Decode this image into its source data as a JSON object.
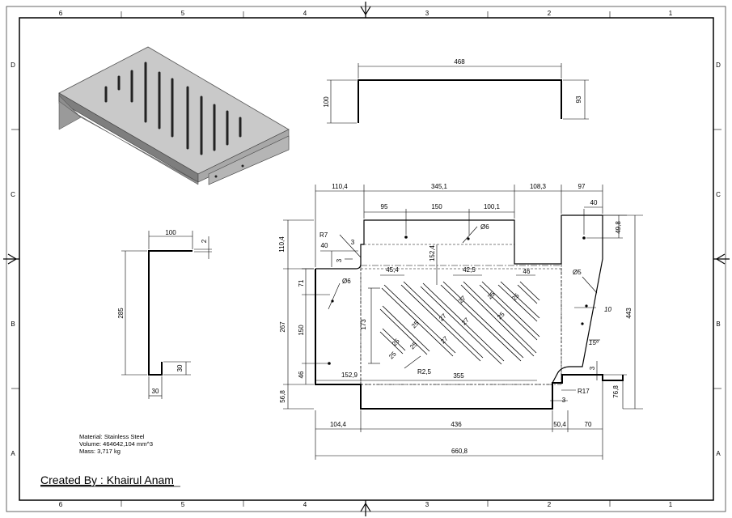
{
  "zone_numbers_top": [
    "6",
    "5",
    "4",
    "3",
    "2",
    "1"
  ],
  "zone_numbers_bottom": [
    "6",
    "5",
    "4",
    "3",
    "2",
    "1"
  ],
  "zone_letters_left": [
    "D",
    "C",
    "B",
    "A"
  ],
  "zone_letters_right": [
    "D",
    "C",
    "B",
    "A"
  ],
  "front_view": {
    "width": "468",
    "left_height": "100",
    "right_height": "93"
  },
  "side_view": {
    "top": "100",
    "thick": "2",
    "height": "285",
    "foot": "30",
    "foot_h": "30"
  },
  "top_view": {
    "d_110_4": "110,4",
    "d_345_1": "345,1",
    "d_108_3": "108,3",
    "d_97": "97",
    "d_95": "95",
    "d_150": "150",
    "d_100_1": "100,1",
    "d_40a": "40",
    "d_49_8": "49,8",
    "d_110_4v": "110,4",
    "d_r7": "R7",
    "d_40b": "40",
    "d_3a": "3",
    "d_3b": "3",
    "d_152_4": "152,4",
    "d_phi6a": "Ø6",
    "d_phi6b": "Ø6",
    "d_45_4": "45,4",
    "d_42_5": "42,5",
    "d_46a": "46",
    "d_phi5": "Ø5",
    "d_71": "71",
    "d_267": "267",
    "d_150v": "150",
    "d_173": "173",
    "d_443": "443",
    "d_10": "10",
    "d_15deg": "15º",
    "d_46v": "46",
    "d_152_9": "152,9",
    "d_r2_5": "R2,5",
    "d_355": "355",
    "d_3c": "3",
    "d_r17": "R17",
    "d_3d": "3",
    "d_56_8": "56,8",
    "d_76_8": "76,8",
    "d_104_4": "104,4",
    "d_436": "436",
    "d_50_4": "50,4",
    "d_70": "70",
    "d_660_8": "660,8",
    "slot_25": "25",
    "slot_27": "27"
  },
  "notes": {
    "material": "Material: Stainless Steel",
    "volume": "Volume: 464642,104 mm^3",
    "mass": "Mass: 3,717 kg"
  },
  "credit": "Created By : Khairul Anam",
  "colors": {
    "line": "#000000",
    "paper": "#ffffff",
    "iso_light": "#cfcfcf",
    "iso_dark": "#8a8a8a"
  }
}
